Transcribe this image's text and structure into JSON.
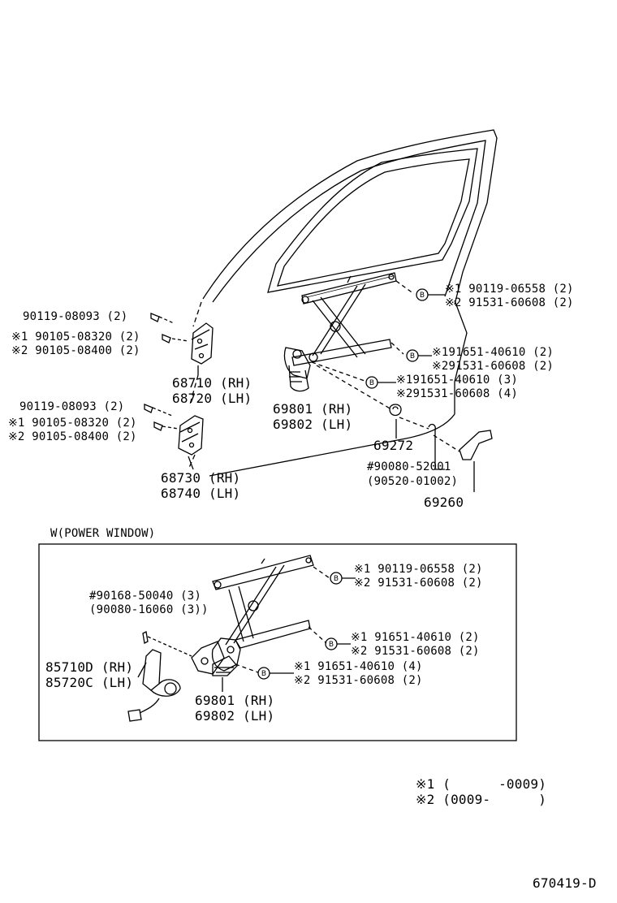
{
  "labels": {
    "upper": {
      "bolt_top": "※1 90119-06558 (2)",
      "bolt_top_alt": "※2 91531-60608 (2)",
      "bolt_mid": "※191651-40610 (2)",
      "bolt_mid_alt": "※291531-60608 (2)",
      "bolt_low": "※191651-40610 (3)",
      "bolt_low_alt": "※291531-60608 (4)",
      "hinge_bolt_1": "90119-08093 (2)",
      "hinge_screw_1a": "※1 90105-08320 (2)",
      "hinge_screw_1b": "※2 90105-08400 (2)",
      "hinge_upper_rh": "68710 (RH)",
      "hinge_upper_lh": "68720 (LH)",
      "hinge_bolt_2": "90119-08093 (2)",
      "hinge_screw_2a": "※1 90105-08320 (2)",
      "hinge_screw_2b": "※2 90105-08400 (2)",
      "hinge_lower_rh": "68730 (RH)",
      "hinge_lower_lh": "68740 (LH)",
      "regulator_rh": "69801 (RH)",
      "regulator_lh": "69802 (LH)",
      "spacer": "69272",
      "handle_screw": "#90080-52001",
      "handle_screw_alt": "(90520-01002)",
      "handle": "69260"
    },
    "power_window": {
      "title": "W(POWER WINDOW)",
      "bolt_top": "※1 90119-06558 (2)",
      "bolt_top_alt": "※2 91531-60608 (2)",
      "screw_motor": "#90168-50040 (3)",
      "screw_motor_alt": "(90080-16060 (3))",
      "bolt_mid": "※1 91651-40610 (2)",
      "bolt_mid_alt": "※2 91531-60608 (2)",
      "motor_rh": "85710D (RH)",
      "motor_lh": "85720C (LH)",
      "bolt_low": "※1 91651-40610 (4)",
      "bolt_low_alt": "※2 91531-60608 (2)",
      "regulator_rh": "69801 (RH)",
      "regulator_lh": "69802 (LH)"
    },
    "legend": {
      "note1": "※1 (      -0009)",
      "note2": "※2 (0009-      )"
    },
    "diagram_id": "670419-D",
    "callout_letter": "B"
  }
}
